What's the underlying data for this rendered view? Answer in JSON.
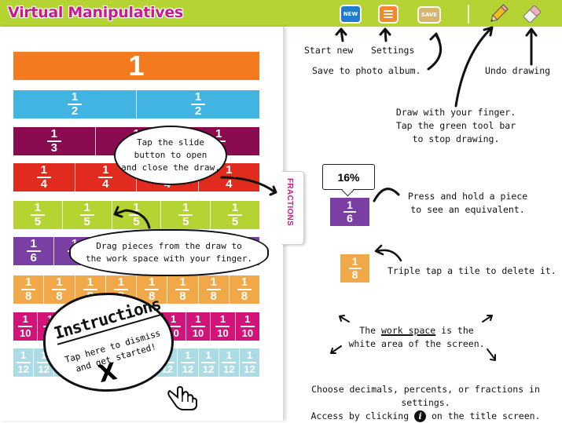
{
  "app": {
    "title": "Virtual Manipulatives"
  },
  "toolbar": {
    "new_label": "NEW",
    "settings_icon": "list-icon",
    "save_label": "SAVE",
    "pencil_icon": "pencil-icon",
    "eraser_icon": "eraser-icon",
    "bar_color": "#b5d332"
  },
  "drawer": {
    "tab_label": "FRACTIONS",
    "rows": [
      {
        "denominator": 1,
        "count": 1,
        "color": "#f47a20",
        "label": "1"
      },
      {
        "denominator": 2,
        "count": 2,
        "color": "#42b4e1"
      },
      {
        "denominator": 3,
        "count": 3,
        "color": "#8a0b4f"
      },
      {
        "denominator": 4,
        "count": 4,
        "color": "#e12b1f"
      },
      {
        "denominator": 5,
        "count": 5,
        "color": "#b5d332"
      },
      {
        "denominator": 6,
        "count": 6,
        "color": "#7b3fa3"
      },
      {
        "denominator": 8,
        "count": 8,
        "color": "#f0a848"
      },
      {
        "denominator": 10,
        "count": 10,
        "color": "#d1137a"
      },
      {
        "denominator": 12,
        "count": 12,
        "color": "#abdbe5"
      }
    ]
  },
  "help": {
    "start_new": "Start new",
    "settings": "Settings",
    "save_album": "Save to photo album.",
    "undo_drawing": "Undo drawing",
    "draw_line1": "Draw with your finger.",
    "draw_line2": "Tap the green tool bar",
    "draw_line3": "to stop drawing.",
    "tooltip_value": "16%",
    "press_line1": "Press and hold a piece",
    "press_line2": "to see an equivalent.",
    "sample_piece_purple": {
      "num": "1",
      "den": "6",
      "color": "#7b3fa3"
    },
    "sample_piece_orange": {
      "num": "1",
      "den": "8",
      "color": "#f0a848"
    },
    "triple_tap": "Triple tap a tile to delete it.",
    "workspace_pre": "The ",
    "workspace_underlined": "work space",
    "workspace_post": " is the",
    "workspace_line2": "white area of the screen.",
    "settings_line1": "Choose decimals, percents, or fractions in settings.",
    "settings_line2_pre": "Access by clicking",
    "settings_line2_icon": "i",
    "settings_line2_post": "on the title screen.",
    "bubble_slide_1": "Tap the slide",
    "bubble_slide_2": "button to open",
    "bubble_slide_3": "and close the draw.",
    "bubble_drag_1": "Drag pieces from the draw to",
    "bubble_drag_2": "the work space with your finger.",
    "instructions_title": "Instructions",
    "instructions_sub1": "Tap here to dismiss",
    "instructions_sub2": "and get started!",
    "instructions_close": "X"
  }
}
